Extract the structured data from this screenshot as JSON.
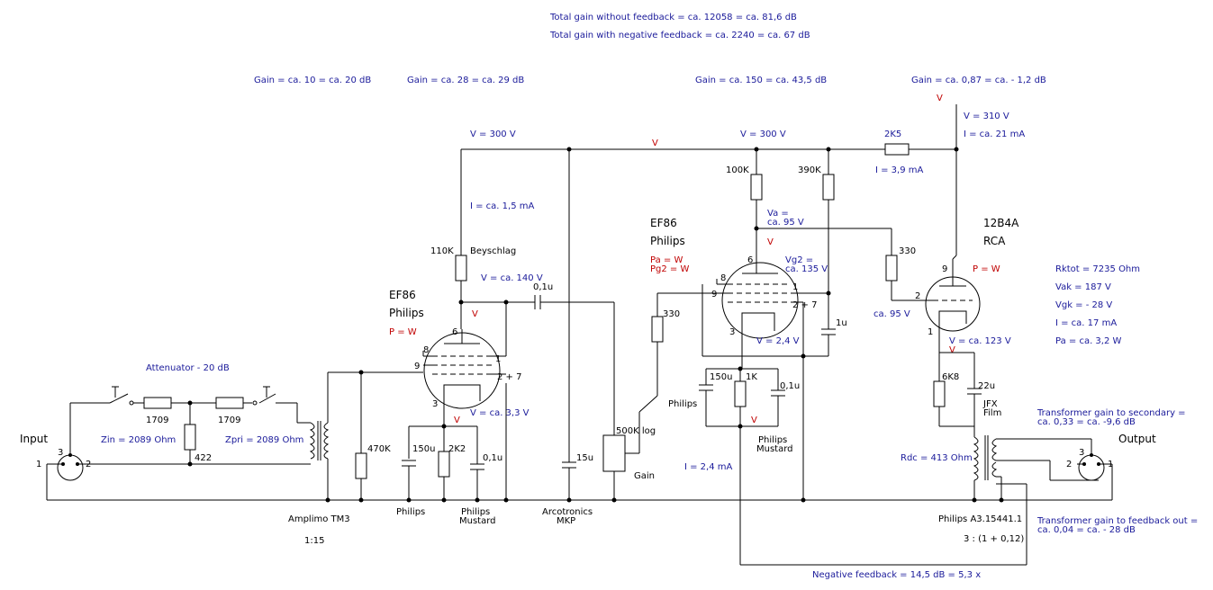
{
  "header": {
    "total_without_fb": "Total gain without feedback = ca. 12058 = ca. 81,6 dB",
    "total_with_fb": "Total gain with negative feedback = ca. 2240 = ca. 67 dB"
  },
  "stage_gains": {
    "input": "Gain = ca. 10 = ca. 20 dB",
    "stage1": "Gain = ca. 28 = ca. 29 dB",
    "stage2": "Gain = ca. 150 = ca. 43,5 dB",
    "stage3": "Gain = ca. 0,87 = ca. - 1,2 dB"
  },
  "input": {
    "label": "Input",
    "attenuator": "Attenuator - 20 dB",
    "r1": "1709",
    "r2": "1709",
    "r3": "422",
    "zin": "Zin = 2089 Ohm",
    "zpri": "Zpri = 2089 Ohm",
    "transformer": "Amplimo TM3",
    "ratio": "1:15",
    "pin1": "1",
    "pin2": "2",
    "pin3": "3"
  },
  "stage1": {
    "tube": "EF86",
    "brand": "Philips",
    "power": "P = W",
    "v_supply": "V = 300 V",
    "v_mark": "V",
    "current": "I = ca. 1,5 mA",
    "r_anode": "110K",
    "r_anode_brand": "Beyschlag",
    "v_anode": "V = ca. 140 V",
    "coupling_cap": "0,1u",
    "anode_v_mark": "V",
    "r_grid": "470K",
    "cathode_v": "V = ca. 3,3 V",
    "cathode_v_mark": "V",
    "c_cathode": "150u",
    "r_cathode": "2K2",
    "c_bypass": "0,1u",
    "c_cathode_brand": "Philips",
    "c_bypass_brand": "Philips",
    "c_bypass_brand2": "Mustard",
    "pins": {
      "p6": "6",
      "p8": "8",
      "p9": "9",
      "p1": "1",
      "p3": "3",
      "p27": "2 + 7"
    }
  },
  "gain_pot": {
    "cap": "15u",
    "cap_brand": "Arcotronics",
    "cap_type": "MKP",
    "pot": "500K log",
    "label": "Gain"
  },
  "stage2": {
    "tube": "EF86",
    "brand": "Philips",
    "pa": "Pa = W",
    "pg2": "Pg2 = W",
    "v_supply": "V = 300 V",
    "line_v_mark": "V",
    "r_anode": "100K",
    "r_screen": "390K",
    "va_label": "Va =",
    "va_value": "ca. 95 V",
    "va_mark": "V",
    "vg2_label": "Vg2 =",
    "vg2_value": "ca. 135 V",
    "r_grid": "330",
    "cathode_v": "V = 2,4 V",
    "c_cathode": "150u",
    "c_brand": "Philips",
    "r_cathode": "1K",
    "c_bypass": "0,1u",
    "c_bypass_brand": "Philips",
    "c_bypass_brand2": "Mustard",
    "cathode_v_mark": "V",
    "c_screen": "1u",
    "current": "I = 2,4 mA",
    "pins": {
      "p6": "6",
      "p8": "8",
      "p9": "9",
      "p1": "1",
      "p3": "3",
      "p27": "2 + 7"
    }
  },
  "stage3": {
    "r_supply": "2K5",
    "i_supply": "I = 3,9 mA",
    "v_supply": "V = 310 V",
    "i_total": "I = ca. 21 mA",
    "v_mark_top": "V",
    "tube": "12B4A",
    "brand": "RCA",
    "power": "P = W",
    "r_grid": "330",
    "grid_v": "ca. 95 V",
    "cathode_v": "V = ca. 123 V",
    "cathode_v_mark": "V",
    "r_cathode": "6K8",
    "c_out": "22u",
    "c_out_type1": "JFX",
    "c_out_type2": "Film",
    "pins": {
      "p9": "9",
      "p2": "2",
      "p1": "1"
    }
  },
  "specs": {
    "rktot": "Rktot = 7235 Ohm",
    "vak": "Vak = 187 V",
    "vgk": "Vgk = - 28 V",
    "i": "I = ca. 17 mA",
    "pa": "Pa = ca. 3,2 W"
  },
  "output": {
    "label": "Output",
    "gain_sec_1": "Transformer gain to secondary =",
    "gain_sec_2": "ca. 0,33 = ca. -9,6 dB",
    "rdc": "Rdc = 413 Ohm",
    "transformer": "Philips A3.15441.1",
    "ratio": "3 : (1 + 0,12)",
    "gain_fb_1": "Transformer gain to feedback out =",
    "gain_fb_2": "ca. 0,04 = ca. - 28 dB",
    "pin1": "1",
    "pin2": "2",
    "pin3": "3"
  },
  "feedback": {
    "label": "Negative feedback = 14,5 dB = 5,3 x"
  }
}
